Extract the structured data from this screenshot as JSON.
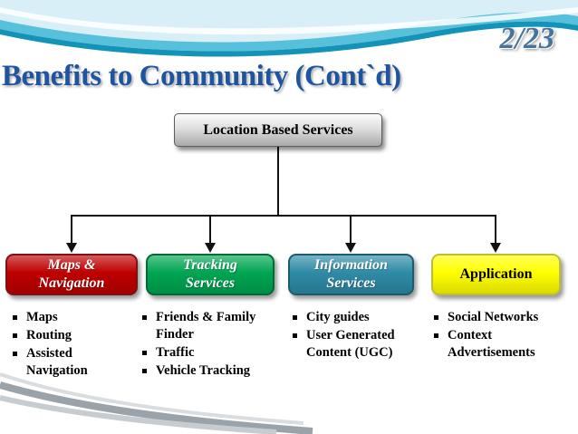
{
  "slide": {
    "page_number": "2/23",
    "title": "Benefits to Community (Cont`d)"
  },
  "colors": {
    "title": "#1F55A0",
    "page_number": "#44749E",
    "connector": "#111111",
    "root_box": "#D9D9D9"
  },
  "diagram": {
    "root": {
      "label": "Location Based Services"
    },
    "branches": [
      {
        "label": "Maps & Navigation",
        "color": "#BE0000",
        "border_color": "#7E1113",
        "text_color": "#FFFFFF",
        "items": [
          "Maps",
          "Routing",
          "Assisted Navigation"
        ]
      },
      {
        "label": "Tracking Services",
        "color": "#00A551",
        "border_color": "#006B33",
        "text_color": "#FFFFFF",
        "items": [
          "Friends & Family Finder",
          "Traffic",
          "Vehicle Tracking"
        ]
      },
      {
        "label": "Information Services",
        "color": "#2E8BA6",
        "border_color": "#1C5B6D",
        "text_color": "#FFFFFF",
        "items": [
          "City guides",
          "User Generated Content (UGC)"
        ]
      },
      {
        "label": "Application",
        "color": "#FFFF00",
        "border_color": "#BDBD3A",
        "text_color": "#000000",
        "items": [
          "Social Networks",
          "Context Advertisements"
        ]
      }
    ]
  }
}
